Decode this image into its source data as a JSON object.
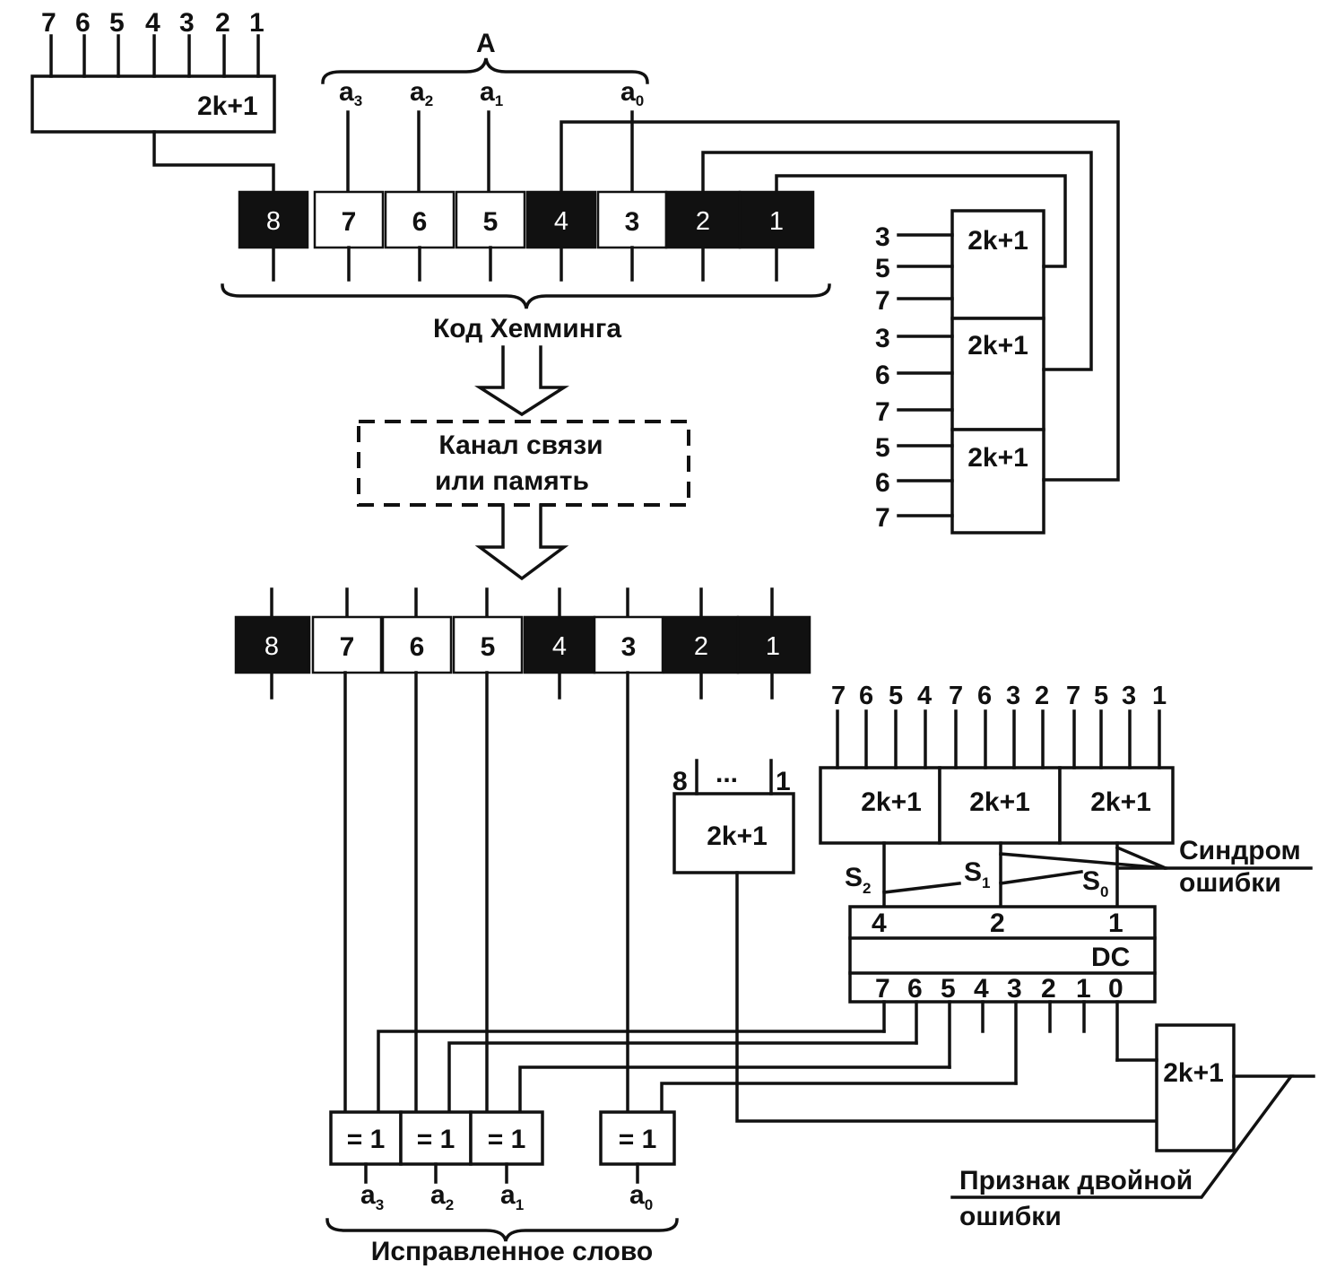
{
  "labels": {
    "data_group": "A",
    "hamming_code": "Код Хемминга",
    "channel_line1": "Канал связи",
    "channel_line2": "или память",
    "corrected_word": "Исправленное слово",
    "syndrome_line1": "Синдром",
    "syndrome_line2": "ошибки",
    "double_error_line1": "Признак двойной",
    "double_error_line2": "ошибки",
    "decoder": "DC",
    "xor": "= 1",
    "parity": "2k+1",
    "ellipsis": "..."
  },
  "top_parity_inputs": [
    "7",
    "6",
    "5",
    "4",
    "3",
    "2",
    "1"
  ],
  "data_bits": [
    {
      "base": "a",
      "sub": "3"
    },
    {
      "base": "a",
      "sub": "2"
    },
    {
      "base": "a",
      "sub": "1"
    },
    {
      "base": "a",
      "sub": "0"
    }
  ],
  "word_cells": [
    {
      "label": "8",
      "kind": "check"
    },
    {
      "label": "7",
      "kind": "data"
    },
    {
      "label": "6",
      "kind": "data"
    },
    {
      "label": "5",
      "kind": "data"
    },
    {
      "label": "4",
      "kind": "check"
    },
    {
      "label": "3",
      "kind": "data"
    },
    {
      "label": "2",
      "kind": "check"
    },
    {
      "label": "1",
      "kind": "check"
    }
  ],
  "encoder_group_inputs": [
    [
      "3",
      "5",
      "7"
    ],
    [
      "3",
      "6",
      "7"
    ],
    [
      "5",
      "6",
      "7"
    ]
  ],
  "overall_parity_inputs": [
    "8",
    "1"
  ],
  "syndrome_group_inputs": [
    [
      "7",
      "6",
      "5",
      "4"
    ],
    [
      "7",
      "6",
      "3",
      "2"
    ],
    [
      "7",
      "5",
      "3",
      "1"
    ]
  ],
  "syndrome_bits": [
    {
      "base": "S",
      "sub": "2"
    },
    {
      "base": "S",
      "sub": "1"
    },
    {
      "base": "S",
      "sub": "0"
    }
  ],
  "decoder_inputs": [
    "4",
    "2",
    "1"
  ],
  "decoder_outputs": [
    "7",
    "6",
    "5",
    "4",
    "3",
    "2",
    "1",
    "0"
  ],
  "corrected_bits": [
    {
      "base": "a",
      "sub": "3"
    },
    {
      "base": "a",
      "sub": "2"
    },
    {
      "base": "a",
      "sub": "1"
    },
    {
      "base": "a",
      "sub": "0"
    }
  ],
  "colors": {
    "ink": "#111111",
    "check_cell": "#111111",
    "data_cell": "#ffffff"
  }
}
